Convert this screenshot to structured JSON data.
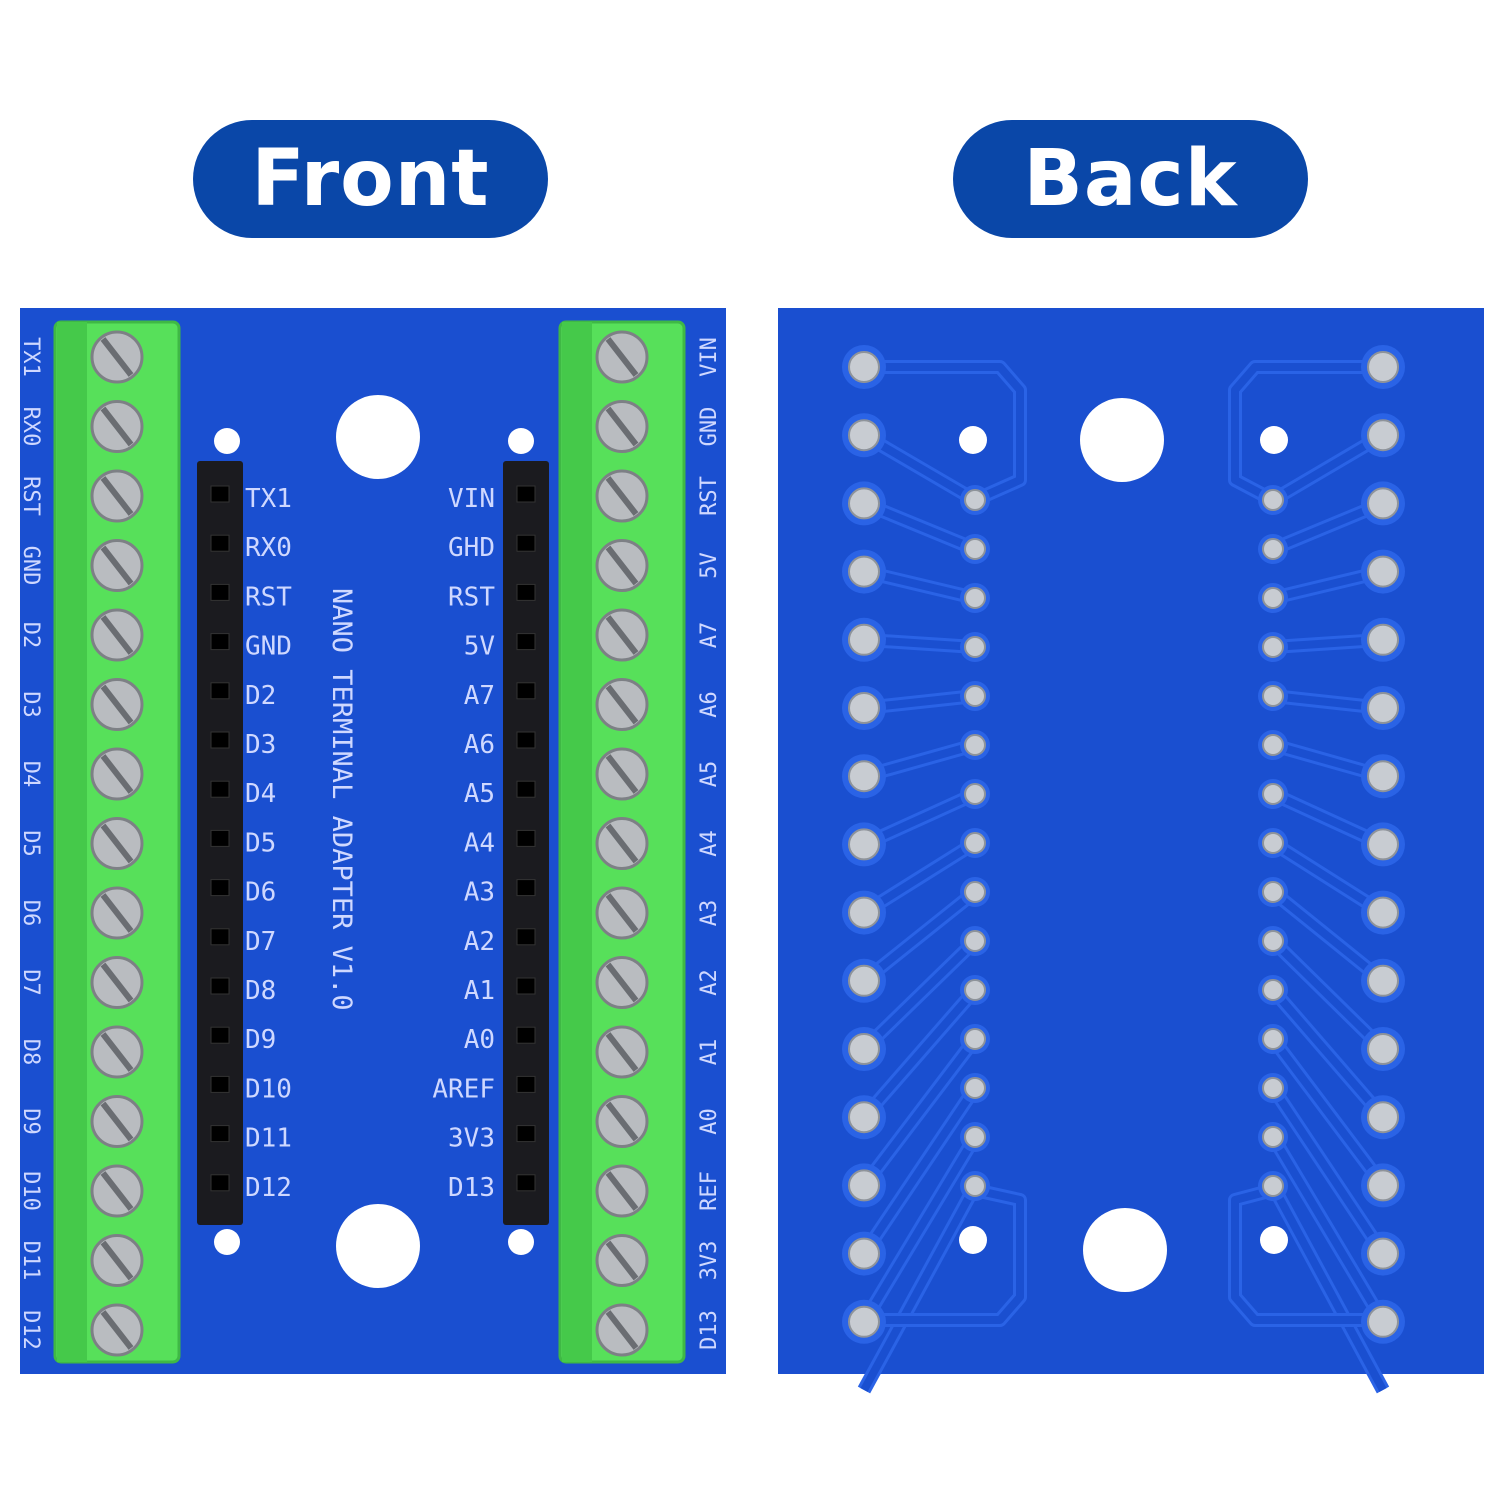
{
  "labels": {
    "front": "Front",
    "back": "Back"
  },
  "front_board": {
    "title": "NANO TERMINAL ADAPTER V1.0",
    "inner_left_pins": [
      "TX1",
      "RX0",
      "RST",
      "GND",
      "D2",
      "D3",
      "D4",
      "D5",
      "D6",
      "D7",
      "D8",
      "D9",
      "D10",
      "D11",
      "D12"
    ],
    "inner_right_pins": [
      "VIN",
      "GHD",
      "RST",
      "5V",
      "A7",
      "A6",
      "A5",
      "A4",
      "A3",
      "A2",
      "A1",
      "A0",
      "AREF",
      "3V3",
      "D13"
    ],
    "edge_left_pins": [
      "TX1",
      "RX0",
      "RST",
      "GND",
      "D2",
      "D3",
      "D4",
      "D5",
      "D6",
      "D7",
      "D8",
      "D9",
      "D10",
      "D11",
      "D12"
    ],
    "edge_right_pins": [
      "VIN",
      "GND",
      "RST",
      "5V",
      "A7",
      "A6",
      "A5",
      "A4",
      "A3",
      "A2",
      "A1",
      "A0",
      "REF",
      "3V3",
      "D13"
    ],
    "terminal_count_per_side": 15
  },
  "colors": {
    "pill": "#0a47a8",
    "pcb": "#1a4fd0",
    "terminal_block": "#57e05a",
    "header": "#1b1b1f",
    "silkscreen": "#cfd8ff"
  }
}
